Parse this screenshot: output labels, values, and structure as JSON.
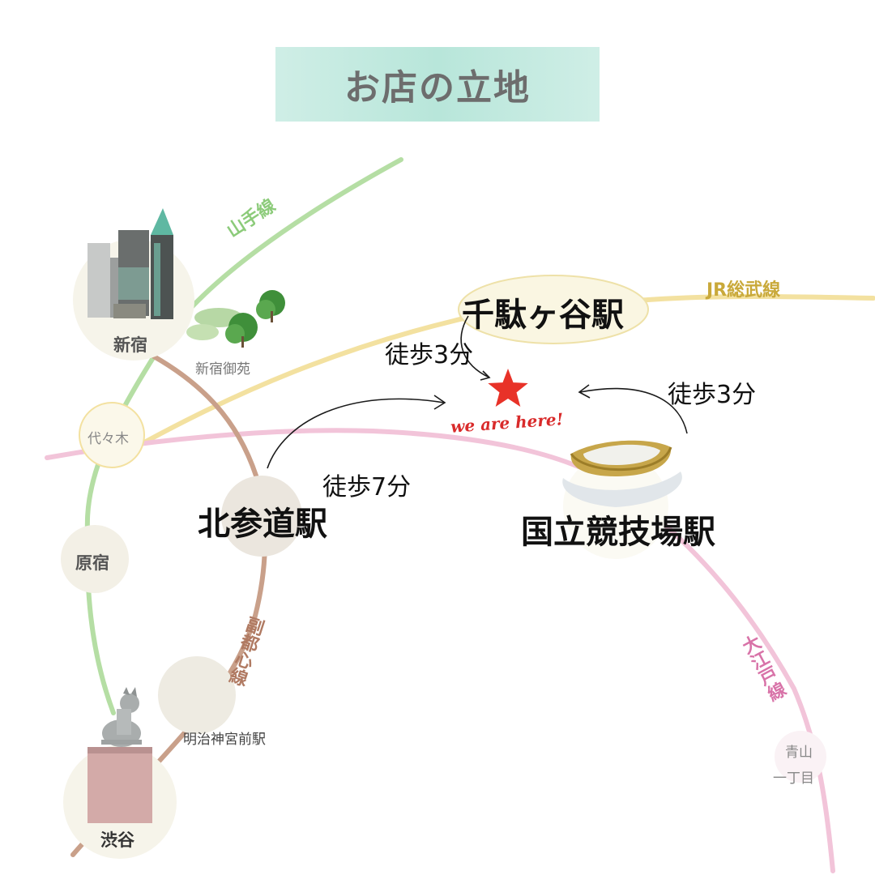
{
  "title": "お店の立地",
  "marker": {
    "label": "we are here!",
    "color": "#e83228"
  },
  "stations": {
    "sendagaya": "千駄ヶ谷駅",
    "kitasando": "北参道駅",
    "kokuritsu": "国立競技場駅",
    "shinjuku": "新宿",
    "yoyogi": "代々木",
    "harajuku": "原宿",
    "shibuya": "渋谷",
    "meiji_jingumae": "明治神宮前駅",
    "aoyama_1": "青山",
    "aoyama_2": "一丁目"
  },
  "landmarks": {
    "gyoen": "新宿御苑"
  },
  "walk_times": {
    "from_sendagaya": "徒歩3分",
    "from_kokuritsu": "徒歩3分",
    "from_kitasando": "徒歩7分"
  },
  "lines": {
    "yamanote": {
      "name": "山手線",
      "color": "#a8d894"
    },
    "sobu": {
      "name": "JR総武線",
      "color": "#f3e1a0",
      "label_color": "#c9a93a"
    },
    "fukutoshin": {
      "name": "副都心線",
      "color": "#c9a08a",
      "label_color": "#b07a62"
    },
    "oedo": {
      "name": "大江戸線",
      "color": "#f2c4d9",
      "label_color": "#d873a8"
    }
  }
}
